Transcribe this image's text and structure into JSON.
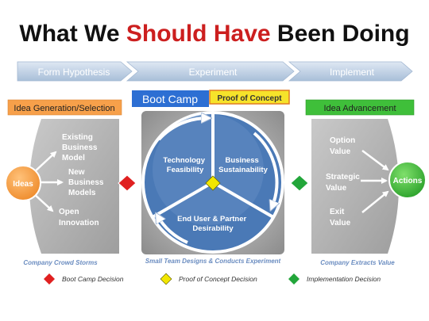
{
  "title": {
    "part1": "What We ",
    "part2": "Should Have",
    "part3": " Been Doing",
    "color_dark": "#111111",
    "color_red": "#cc1f1f"
  },
  "phases": [
    {
      "label": "Form Hypothesis"
    },
    {
      "label": "Experiment"
    },
    {
      "label": "Implement"
    }
  ],
  "sections": {
    "left_header": "Idea Generation/Selection",
    "boot_camp": "Boot Camp",
    "proof_of_concept": "Proof of Concept",
    "right_header": "Idea Advancement"
  },
  "left_panel": {
    "hub": "Ideas",
    "items": [
      [
        "Existing",
        "Business",
        "Model"
      ],
      [
        "New",
        "Business",
        "Models"
      ],
      [
        "Open",
        "Innovation"
      ]
    ],
    "caption": "Company Crowd Storms"
  },
  "center_panel": {
    "segments": [
      [
        "Technology",
        "Feasibility"
      ],
      [
        "Business",
        "Sustainability"
      ],
      [
        "End User & Partner",
        "Desirability"
      ]
    ],
    "caption": "Small Team Designs & Conducts Experiment"
  },
  "right_panel": {
    "items": [
      [
        "Option",
        "Value"
      ],
      [
        "Strategic",
        "Value"
      ],
      [
        "Exit",
        "Value"
      ]
    ],
    "hub": "Actions",
    "caption": "Company Extracts Value"
  },
  "legend": [
    {
      "label": "Boot Camp Decision",
      "color": "#e02020"
    },
    {
      "label": "Proof of Concept Decision",
      "color": "#f2e600"
    },
    {
      "label": "Implementation Decision",
      "color": "#22a63a"
    }
  ],
  "colors": {
    "orange": "#f7a04a",
    "blue": "#2d6fd3",
    "yellow": "#f6e32a",
    "green": "#3fbf3a",
    "panel_grey": "#b3b3b3",
    "wheel_blue": "#4a79b6",
    "caption_blue": "#6a8cc0"
  }
}
